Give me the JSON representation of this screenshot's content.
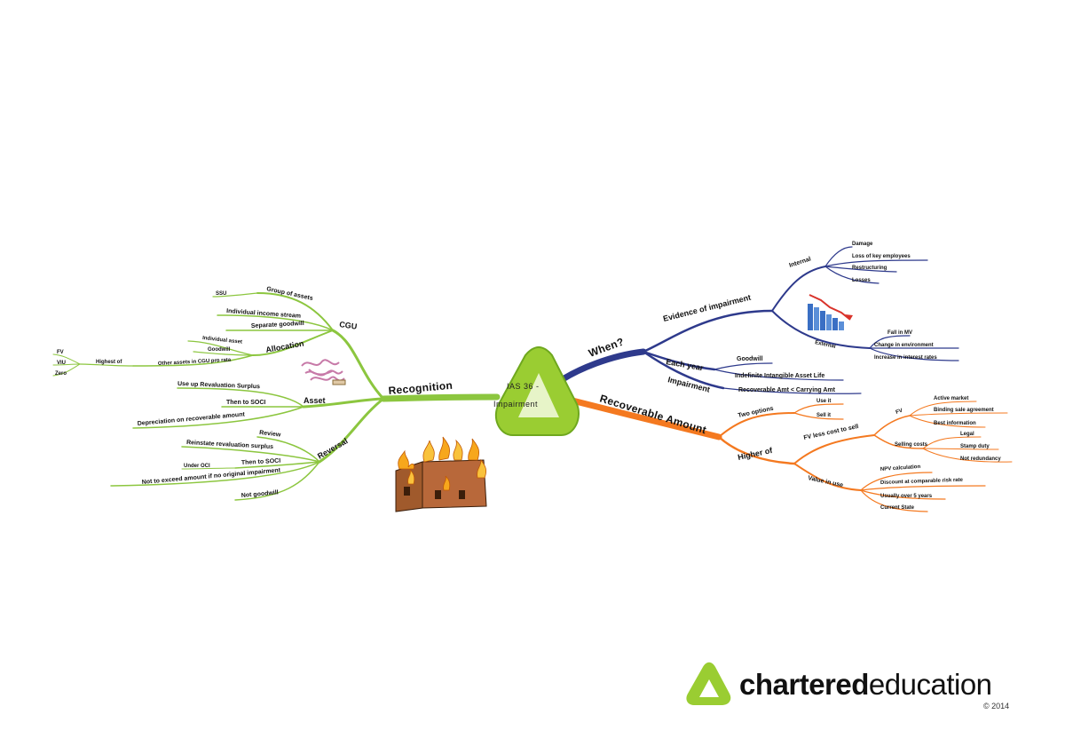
{
  "center": {
    "line1": "IAS 36 -",
    "line2": "Impairment"
  },
  "recognition": {
    "label": "Recognition",
    "cgu": {
      "label": "CGU",
      "group_of_assets": "Group of assets",
      "smallest": "SSU",
      "individual_income_stream": "Individual income stream",
      "separate_goodwill": "Separate goodwill",
      "allocation": {
        "label": "Allocation",
        "individual_asset": "Individual asset",
        "goodwill": "Goodwill",
        "other_assets": "Other assets in CGU pro rata"
      },
      "highest": {
        "label": "Highest of",
        "fv": "FV",
        "viu": "VIU",
        "zero": "Zero"
      }
    },
    "asset": {
      "label": "Asset",
      "use_up": "Use up Revaluation Surplus",
      "then_soci": "Then to SOCI",
      "depreciation": "Depreciation on recoverable amount"
    },
    "reversal": {
      "label": "Reversal",
      "review": "Review",
      "reinstate": "Reinstate revaluation surplus",
      "then_soci": "Then to SOCI",
      "under_oci": "Under OCI",
      "not_exceed": "Not to exceed amount if no original impairment",
      "not_goodwill": "Not goodwill"
    }
  },
  "when": {
    "label": "When?",
    "evidence": {
      "label": "Evidence of impairment",
      "internal": {
        "label": "Internal",
        "items": [
          "Damage",
          "Loss of key employees",
          "Restructuring",
          "Losses"
        ]
      },
      "external": {
        "label": "External",
        "items": [
          "Fall in MV",
          "Change in environment",
          "Increase in interest rates"
        ]
      }
    },
    "each_year": {
      "label": "Each year",
      "goodwill": "Goodwill",
      "intangible": "Indefinite Intangible Asset Life"
    },
    "impairment": {
      "label": "Impairment",
      "rule": "Recoverable Amt < Carrying Amt"
    }
  },
  "recoverable": {
    "label": "Recoverable Amount",
    "two_options": {
      "label": "Two options",
      "use_it": "Use it",
      "sell_it": "Sell it"
    },
    "higher_of": {
      "label": "Higher of",
      "fv_less": {
        "label": "FV less cost to sell",
        "fv": {
          "label": "FV",
          "items": [
            "Active market",
            "Binding sale agreement",
            "Best information"
          ]
        },
        "selling_costs": {
          "label": "Selling costs",
          "items": [
            "Legal",
            "Stamp duty",
            "Not redundancy"
          ]
        }
      },
      "value_in_use": {
        "label": "Value in use",
        "items": [
          "NPV calculation",
          "Discount at comparable risk rate",
          "Usually over 5 years",
          "Current State"
        ]
      }
    }
  },
  "logo": {
    "bold": "chartered",
    "light": "education",
    "copyright": "© 2014"
  },
  "colors": {
    "green": "#8cc63f",
    "blue": "#2e3a8c",
    "orange": "#f47920",
    "center_green": "#9acd32"
  }
}
